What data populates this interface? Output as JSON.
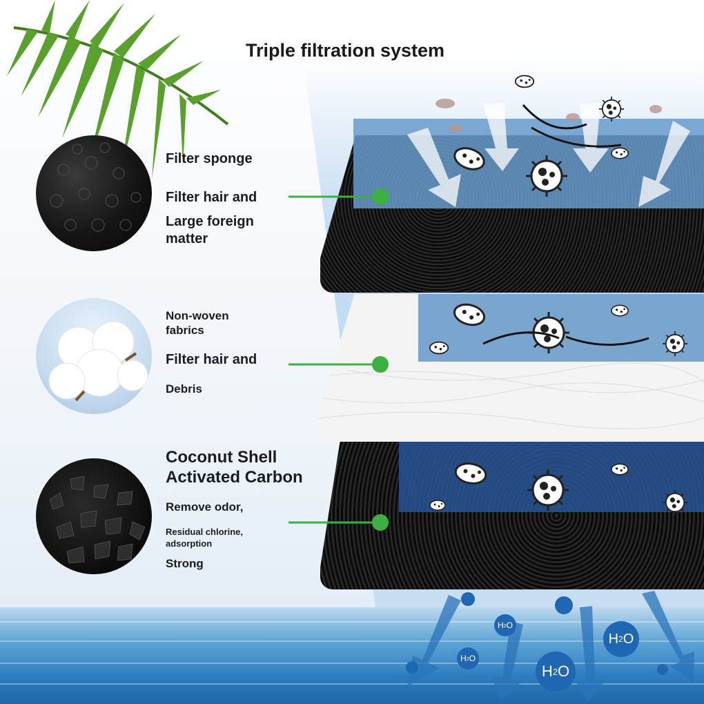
{
  "title": "Triple filtration system",
  "layers": {
    "sponge": {
      "name": "Filter sponge",
      "desc_line1": "Filter hair and",
      "desc_line2": "Large foreign",
      "desc_line3": "matter"
    },
    "nonwoven": {
      "name_line1": "Non-woven",
      "name_line2": "fabrics",
      "desc_line1": "Filter hair and",
      "desc_line2": "Debris"
    },
    "carbon": {
      "name_line1": "Coconut Shell",
      "name_line2": "Activated Carbon",
      "desc_line1": "Remove odor,",
      "desc_line2": "Residual chlorine,",
      "desc_line3": "adsorption",
      "desc_line4": "Strong"
    }
  },
  "water": {
    "symbol_h": "H",
    "symbol_sub": "2",
    "symbol_o": "O"
  },
  "colors": {
    "accent_green": "#3cb043",
    "water_blue": "#1f66b3",
    "text": "#1c1c1c"
  },
  "icons": [
    "palm-leaf-icon",
    "germ-icon",
    "arrow-down-icon",
    "water-drop-icon"
  ]
}
